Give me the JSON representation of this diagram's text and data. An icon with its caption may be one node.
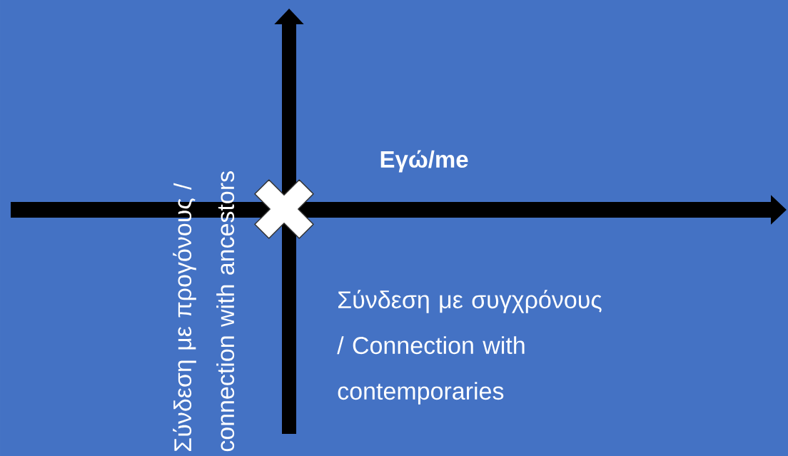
{
  "diagram": {
    "nodes": [
      {
        "text": [],
        "shape": "cross"
      }
    ],
    "labels": [
      "Εγώ/me",
      "Σύνδεση με προγόνους / connection with ancestors",
      "Σύνδεση με συγχρόνους / Connection with contemporaries"
    ]
  }
}
